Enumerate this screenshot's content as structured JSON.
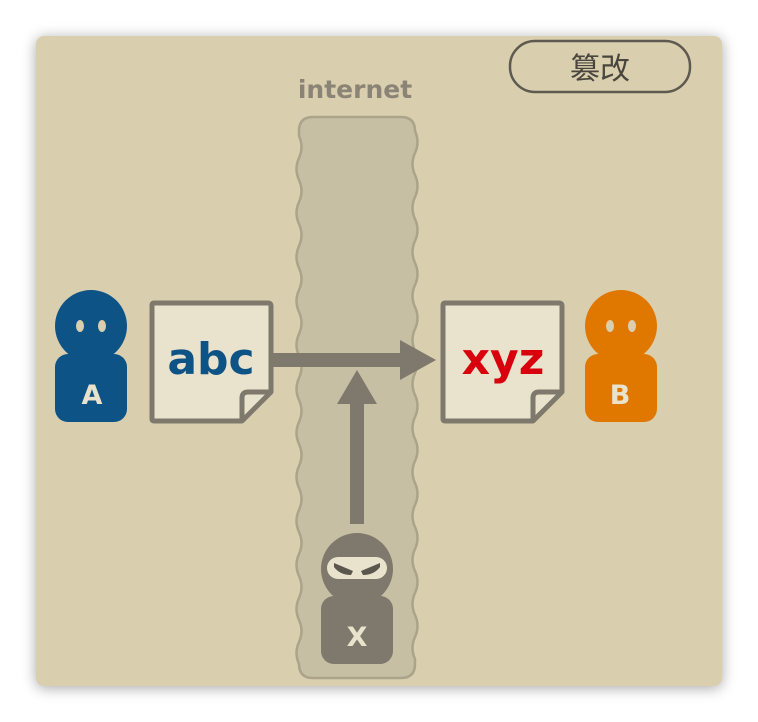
{
  "badge": {
    "label": "篡改"
  },
  "channel": {
    "label": "internet"
  },
  "sender": {
    "name": "A",
    "color": "#0e5385"
  },
  "receiver": {
    "name": "B",
    "color": "#e07800"
  },
  "attacker": {
    "name": "X",
    "color": "#7f786c"
  },
  "documents": {
    "original": {
      "text": "abc",
      "color": "#0e5385"
    },
    "tampered": {
      "text": "xyz",
      "color": "#d8000c"
    }
  },
  "colors": {
    "panel": "#d9cfaf",
    "channel_fill": "#c7bfa3",
    "stroke": "#7f786c",
    "document_fill": "#e9e2cc"
  }
}
